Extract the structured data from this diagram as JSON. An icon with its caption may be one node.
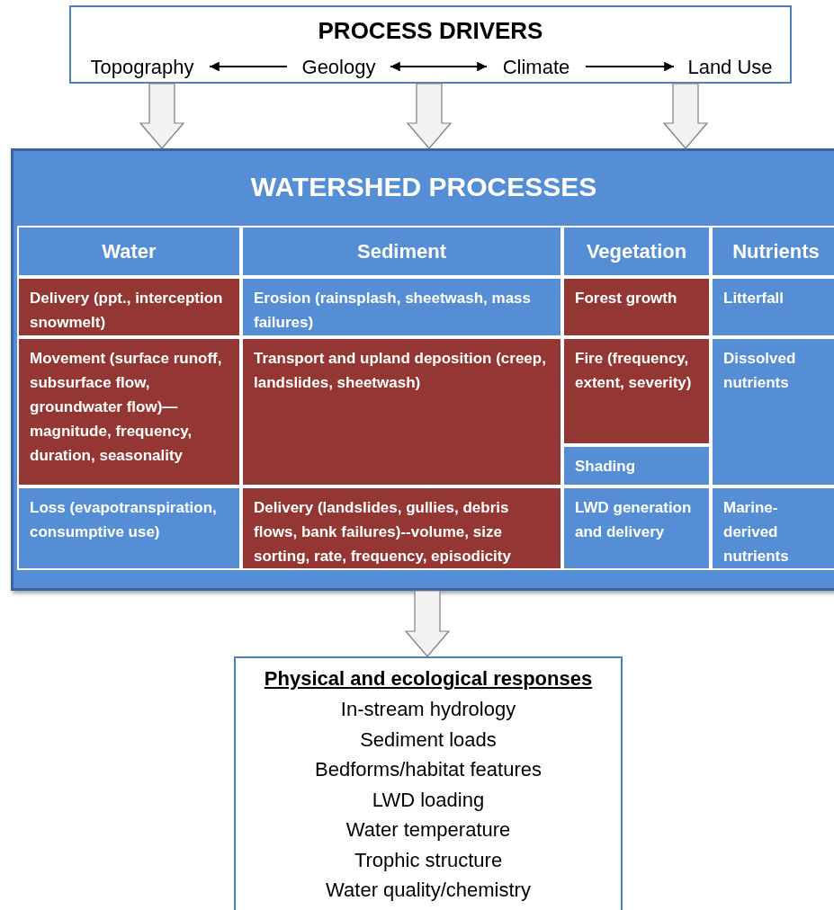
{
  "diagram": {
    "nodes": [
      {
        "text": [
          "PROCESS DRIVERS"
        ]
      },
      {
        "text": [
          "Topography"
        ],
        "in": 0
      },
      {
        "text": [
          "Geology"
        ],
        "in": 0
      },
      {
        "text": [
          "Climate"
        ],
        "in": 0
      },
      {
        "text": [
          "Land Use"
        ],
        "in": 0
      },
      {
        "text": [
          "WATERSHED PROCESSES"
        ]
      },
      {
        "text": [
          "Water"
        ],
        "in": 5
      },
      {
        "text": [
          "Sediment"
        ],
        "in": 5
      },
      {
        "text": [
          "Vegetation"
        ],
        "in": 5
      },
      {
        "text": [
          "Nutrients"
        ],
        "in": 5
      },
      {
        "text": [
          "Delivery (ppt., interception snowmelt)"
        ],
        "in": 5
      },
      {
        "text": [
          "Erosion (rainsplash, sheetwash, mass failures)"
        ],
        "in": 5
      },
      {
        "text": [
          "Forest growth"
        ],
        "in": 5
      },
      {
        "text": [
          "Litterfall"
        ],
        "in": 5
      },
      {
        "text": [
          "Movement (surface runoff, subsurface flow, groundwater flow)—magnitude, frequency, duration, seasonality"
        ],
        "in": 5
      },
      {
        "text": [
          "Transport and upland deposition (creep, landslides, sheetwash)"
        ],
        "in": 5
      },
      {
        "text": [
          "Fire (frequency, extent, severity)"
        ],
        "in": 5
      },
      {
        "text": [
          "Dissolved nutrients"
        ],
        "in": 5
      },
      {
        "text": [
          "Shading"
        ],
        "in": 5
      },
      {
        "text": [
          "Loss (evapotranspiration, consumptive use)"
        ],
        "in": 5
      },
      {
        "text": [
          "Delivery (landslides, gullies, debris flows, bank failures)--volume, size sorting, rate,  frequency, episodicity"
        ],
        "in": 5
      },
      {
        "text": [
          "LWD generation and delivery"
        ],
        "in": 5
      },
      {
        "text": [
          "Marine-derived nutrients"
        ],
        "in": 5
      },
      {
        "text": [
          "Physical and ecological responses",
          "In-stream hydrology",
          "Sediment loads",
          "Bedforms/habitat features",
          "LWD loading",
          "Water temperature",
          "Trophic structure",
          "Water quality/chemistry"
        ]
      }
    ],
    "edges": [
      {
        "from": 2,
        "to": 1,
        "arrow": "to"
      },
      {
        "from": 2,
        "to": 3,
        "arrow": "both"
      },
      {
        "from": 3,
        "to": 4,
        "arrow": "to"
      },
      {
        "from": 0,
        "to": 5,
        "arrow": "to",
        "style": "thick"
      },
      {
        "from": 0,
        "to": 5,
        "arrow": "to",
        "style": "thick"
      },
      {
        "from": 0,
        "to": 5,
        "arrow": "to",
        "style": "thick"
      },
      {
        "from": 5,
        "to": 23,
        "arrow": "to",
        "style": "thick"
      }
    ]
  }
}
